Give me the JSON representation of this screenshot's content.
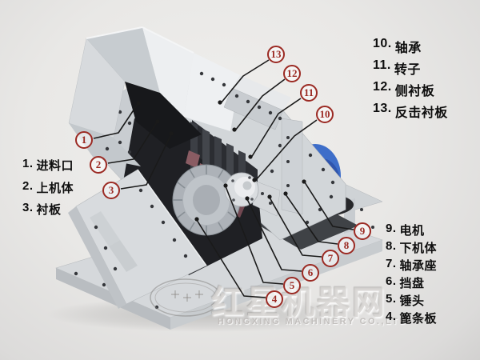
{
  "colors": {
    "callout_red": "#9b2a23",
    "leader": "#1a1a1a",
    "label": "#0e0e0e",
    "wm": "#d6d3d0",
    "motor_blue": "#3e6ec9",
    "hammer_pink": "#8f6168",
    "interior_dark": "#1f2024",
    "machine_gray": "#d2d6d9",
    "background": "#e9e8e6"
  },
  "parts": [
    {
      "id": "1",
      "name": "进料口"
    },
    {
      "id": "2",
      "name": "上机体"
    },
    {
      "id": "3",
      "name": "衬板"
    },
    {
      "id": "4",
      "name": "篦条板"
    },
    {
      "id": "5",
      "name": "锤头"
    },
    {
      "id": "6",
      "name": "挡盘"
    },
    {
      "id": "7",
      "name": "轴承座"
    },
    {
      "id": "8",
      "name": "下机体"
    },
    {
      "id": "9",
      "name": "电机"
    },
    {
      "id": "10",
      "name": "轴承"
    },
    {
      "id": "11",
      "name": "转子"
    },
    {
      "id": "12",
      "name": "侧衬板"
    },
    {
      "id": "13",
      "name": "反击衬板"
    }
  ],
  "watermark": {
    "cn": "红星机器网",
    "en": "HONGXING MACHINERY CO.,LTD"
  }
}
